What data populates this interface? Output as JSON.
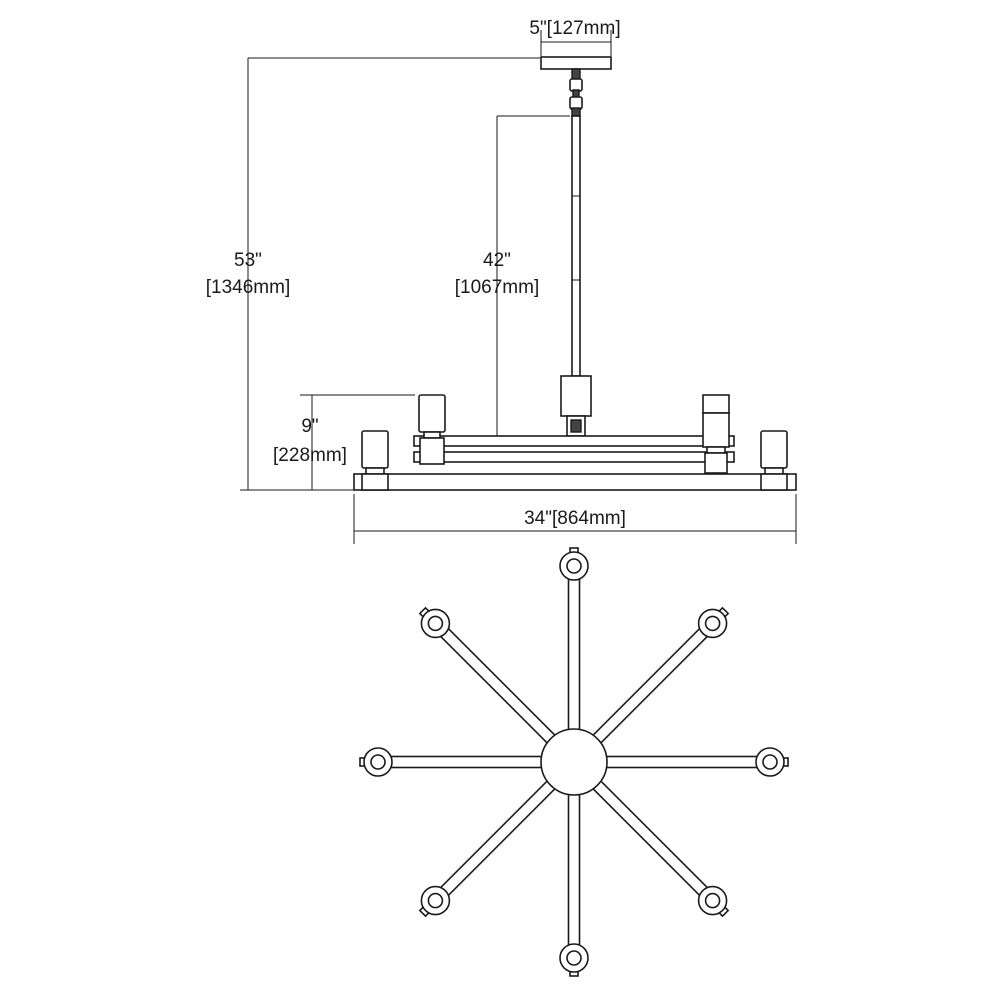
{
  "dimensions": {
    "canopy_width": "5\"[127mm]",
    "overall_height_in": "53\"",
    "overall_height_mm": "[1346mm]",
    "stem_length_in": "42\"",
    "stem_length_mm": "[1067mm]",
    "fixture_height_in": "9\"",
    "fixture_height_mm": "[228mm]",
    "fixture_width": "34\"[864mm]"
  },
  "colors": {
    "line": "#1a1a1a",
    "background": "#ffffff"
  }
}
